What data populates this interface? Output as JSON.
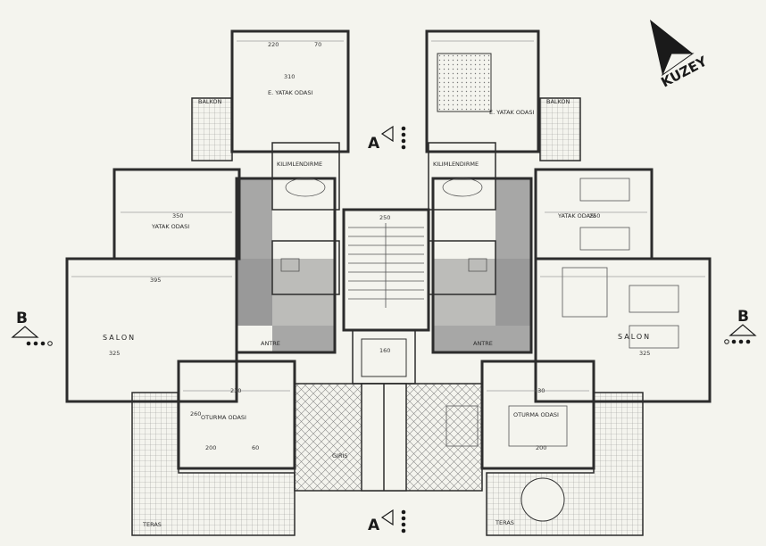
{
  "north": {
    "label": "KUZEY"
  },
  "sections": {
    "a": "A",
    "b": "B"
  },
  "rooms": {
    "e_yatak_left": "E. YATAK ODASI",
    "e_yatak_right": "E. YATAK ODASI",
    "balkon_left": "BALKON",
    "balkon_right": "BALKON",
    "yatak_left": "YATAK ODASI",
    "yatak_right": "YATAK ODASI",
    "salon_left": "SALON",
    "salon_right": "SALON",
    "antre_left": "ANTRE",
    "antre_right": "ANTRE",
    "oturma_left": "OTURMA ODASI",
    "oturma_right": "OTURMA ODASI",
    "teras_left": "TERAS",
    "teras_right": "TERAS",
    "kiler_left": "KILIMLENDIRME",
    "kiler_right": "KILIMLENDIRME",
    "giris": "GIRIS"
  },
  "dimensions": {
    "d220a": "220",
    "d70a": "70",
    "d310": "310",
    "d250a": "250",
    "d350": "350",
    "d250b": "250",
    "d395": "395",
    "d325a": "325",
    "d325b": "325",
    "d230a": "230",
    "d260": "260",
    "d200": "200",
    "d60": "60",
    "d230b": "230",
    "d200b": "200",
    "d160": "160"
  },
  "colors": {
    "wall": "#2c2c2c",
    "hatch": "#8e8e8e",
    "paper": "#f4f4ee"
  }
}
